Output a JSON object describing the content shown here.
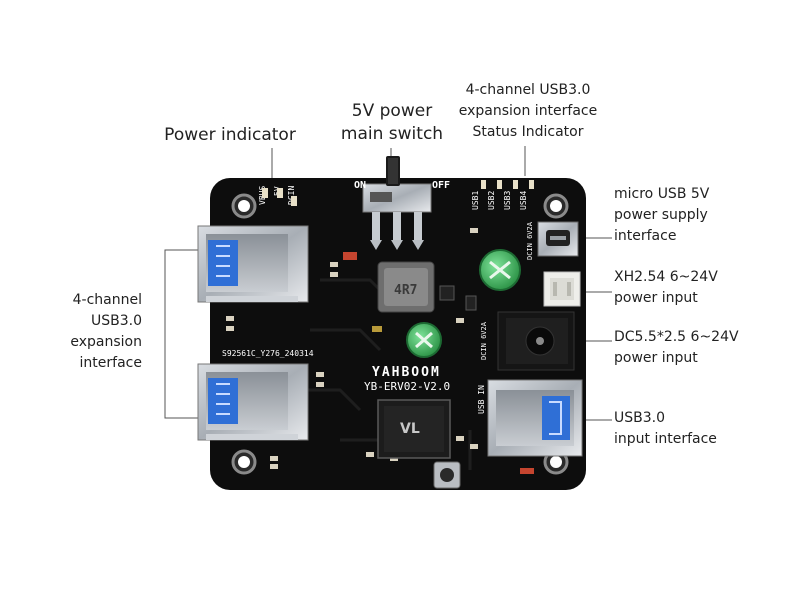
{
  "callouts": {
    "power_indicator": [
      "Power indicator"
    ],
    "main_switch": [
      "5V power",
      "main switch"
    ],
    "status_indicator": [
      "4-channel USB3.0",
      "expansion interface",
      "Status Indicator"
    ],
    "micro_usb": [
      "micro USB 5V",
      "power supply",
      "interface"
    ],
    "xh254": [
      "XH2.54 6~24V",
      "power input"
    ],
    "dc55": [
      "DC5.5*2.5 6~24V",
      "power input"
    ],
    "usb_input": [
      "USB3.0",
      "input interface"
    ],
    "expansion": [
      "4-channel",
      "USB3.0",
      "expansion",
      "interface"
    ]
  },
  "board": {
    "brand": "YAHBOOM",
    "model": "YB-ERV02-V2.0",
    "serial": "S92561C_Y276_240314",
    "silk_on": "ON",
    "silk_off": "OFF",
    "silk_usb_in": "USB IN",
    "silk_dcin_top": "DCIN 6V2A",
    "silk_dcin_mid": "DCIN 6V2A",
    "silk_vbus": "VBUS",
    "silk_5v": "5V",
    "silk_dcin_left": "DCIN",
    "usb_channels": [
      "USB1",
      "USB2",
      "USB3",
      "USB4"
    ],
    "inductor_mark": "4R7",
    "chip_mark": "VL"
  },
  "colors": {
    "pcb": "#0d0d0d",
    "line": "#555555",
    "usb_blue": "#2f6fd6",
    "cap_green": "#3fae5a"
  }
}
